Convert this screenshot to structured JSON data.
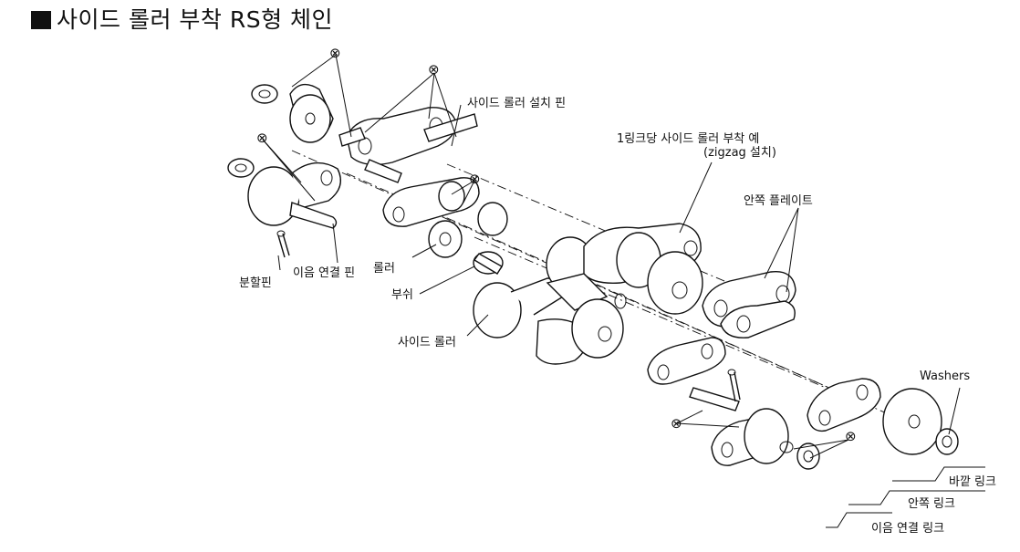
{
  "title": "사이드 롤러 부착 RS형 체인",
  "labels": {
    "side_roller_pin": "사이드 롤러 설치 핀",
    "example_line1": "1링크당 사이드 롤러 부착 예",
    "example_line2": "(zigzag 설치)",
    "inner_plate": "안쪽 플레이트",
    "roller": "롤러",
    "bush": "부쉬",
    "cotter_pin": "분할핀",
    "connecting_pin": "이음 연결 핀",
    "side_roller": "사이드 롤러",
    "washers": "Washers",
    "outer_link": "바깥 링크",
    "inner_link": "안쪽 링크",
    "connecting_link": "이음 연결 링크"
  },
  "markers": [
    "⊗",
    "⊗",
    "⊗",
    "⊗",
    "⊗",
    "⊗"
  ]
}
